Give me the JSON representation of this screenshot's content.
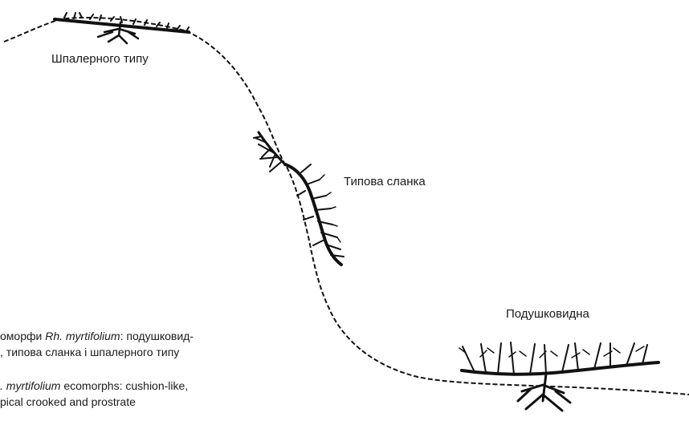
{
  "labels": {
    "trellis": "Шпалерного типу",
    "typical": "Типова сланка",
    "cushion": "Подушковидна"
  },
  "caption_uk": {
    "line1_a": "оморфи ",
    "line1_species": "Rh. myrtifolium",
    "line1_b": ": подушковид-",
    "line2": ", типова сланка і шпалерного типу"
  },
  "caption_en": {
    "line1_species": ". myrtifolium",
    "line1_b": " ecomorphs: cushion-like,",
    "line2": "pical crooked and prostrate"
  },
  "colors": {
    "ink": "#111111",
    "background": "#ffffff"
  }
}
